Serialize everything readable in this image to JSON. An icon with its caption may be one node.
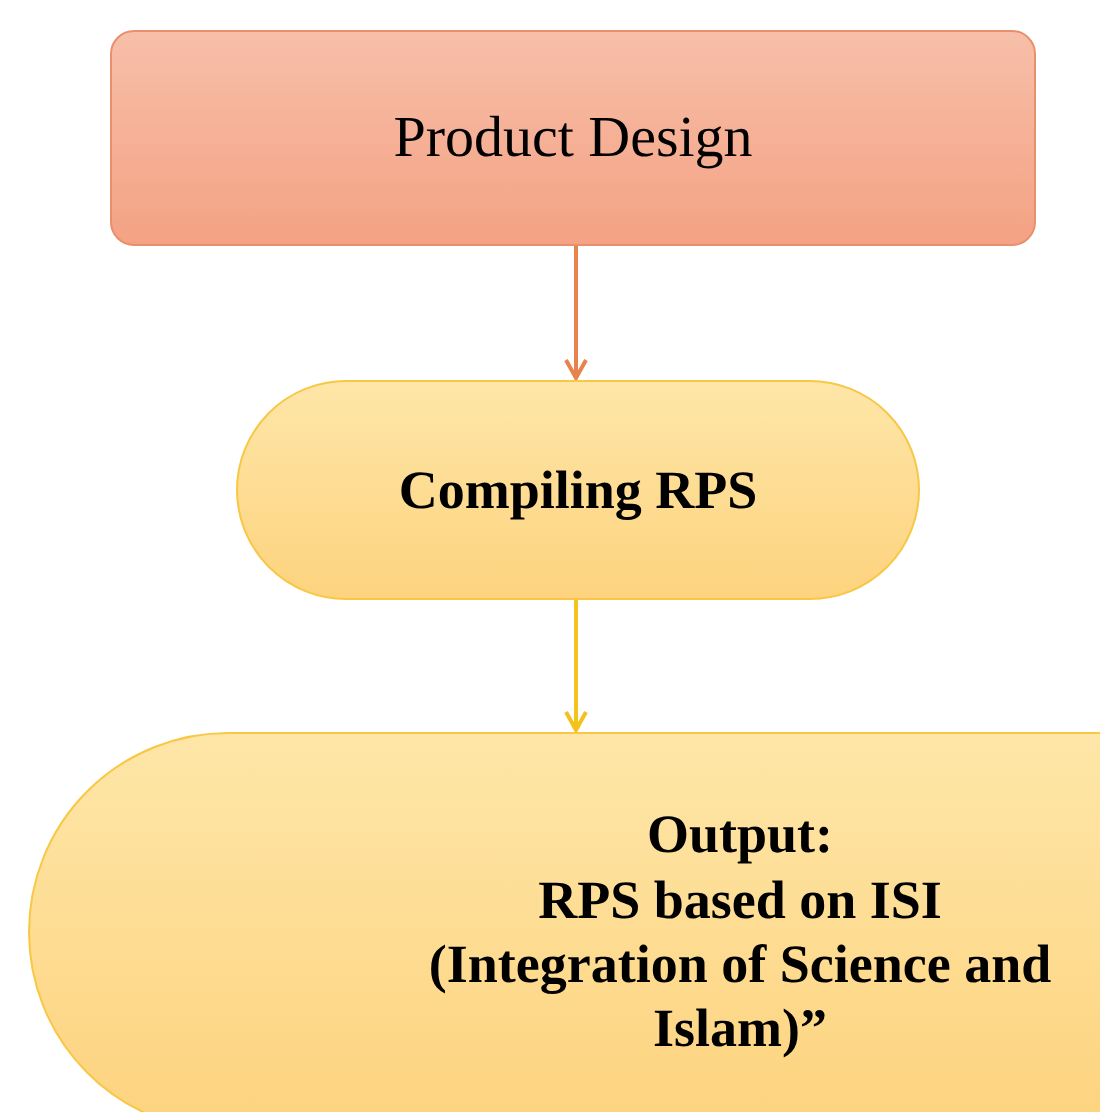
{
  "diagram": {
    "nodes": [
      {
        "text": [
          "Product Design"
        ]
      },
      {
        "text": [
          "Compiling RPS"
        ]
      },
      {
        "text": [
          "Output:",
          "RPS based on ISI (Integration of Science and Islam)”"
        ]
      }
    ],
    "edges": [
      {
        "from": 0,
        "to": 1,
        "arrow": "to",
        "color": "#e8834f"
      },
      {
        "from": 1,
        "to": 2,
        "arrow": "to",
        "color": "#f5c21b"
      }
    ]
  }
}
